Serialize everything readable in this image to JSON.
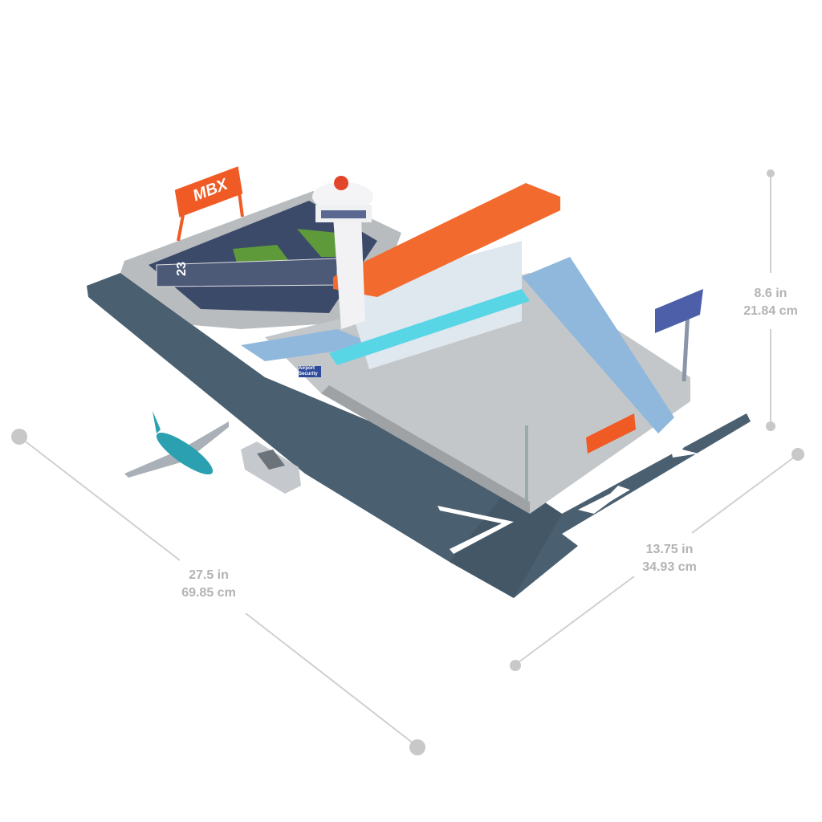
{
  "dimensions": {
    "height": {
      "imperial": "8.6 in",
      "metric": "21.84 cm"
    },
    "depth": {
      "imperial": "13.75 in",
      "metric": "34.93 cm"
    },
    "width": {
      "imperial": "27.5 in",
      "metric": "69.85 cm"
    }
  },
  "playset": {
    "runway_number": "23",
    "sign_text": "MBX",
    "security_sign": "Airport Security"
  },
  "colors": {
    "dimension_line": "#c8c8c8",
    "dimension_text": "#b3b3b3",
    "road": "#4a5f70",
    "base": "#b9bcbe",
    "roof": "#f26a2e",
    "ramp": "#8fb8dc",
    "grass": "#5f9a3a",
    "plane": "#2aa0b0"
  }
}
